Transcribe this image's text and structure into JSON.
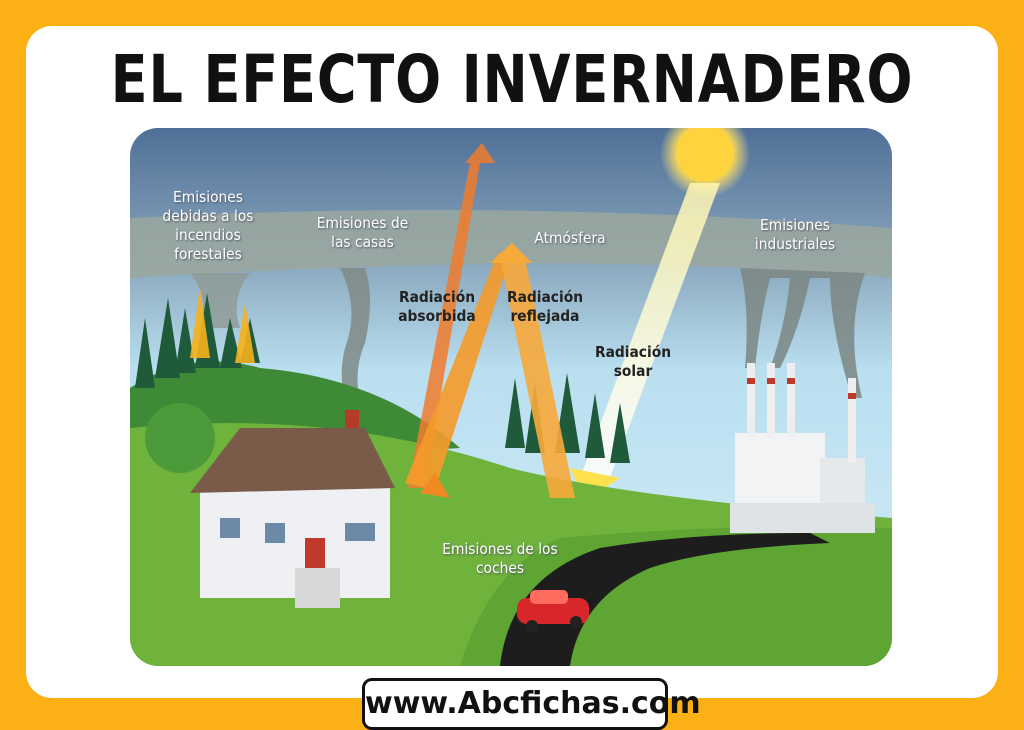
{
  "title": "EL EFECTO INVERNADERO",
  "labels": {
    "forest_fires": "Emisiones debidas a los incendios forestales",
    "houses": "Emisiones de las casas",
    "atmosphere": "Atmósfera",
    "industrial": "Emisiones industriales",
    "absorbed": "Radiación absorbida",
    "reflected": "Radiación reflejada",
    "solar": "Radiación solar",
    "cars": "Emisiones de los coches"
  },
  "footer": "www.Abcfichas.com",
  "colors": {
    "background": "#fbb116",
    "sky_top": "#4f6f97",
    "sky_bottom": "#bfe3f2",
    "grass": "#6fb23c",
    "arrow": "#f5a623"
  }
}
